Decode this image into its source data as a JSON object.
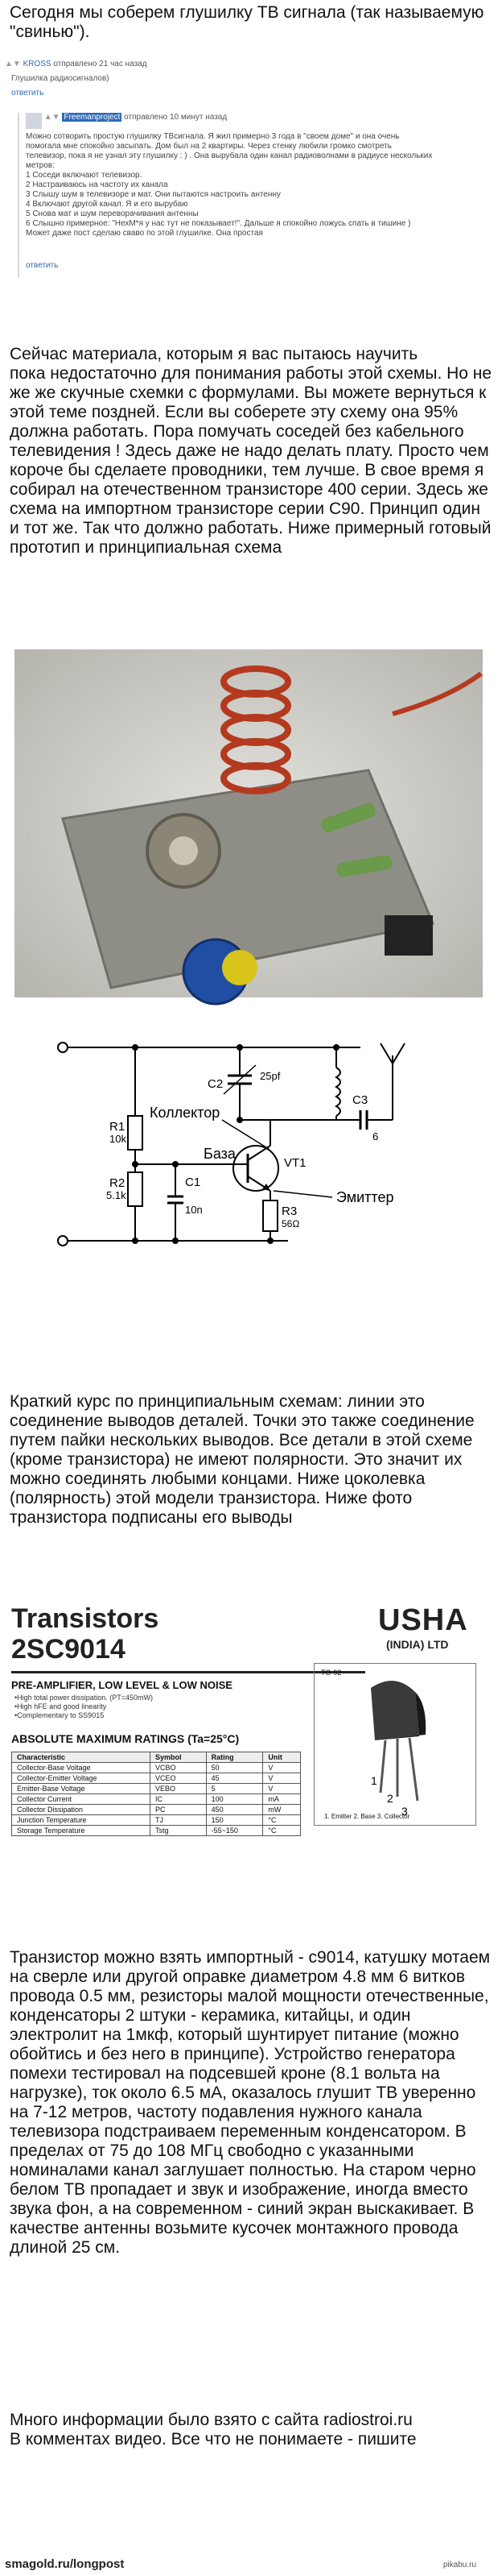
{
  "intro": {
    "text": "Сегодня мы соберем глушилку ТВ сигнала (так называемую \"свинью\")."
  },
  "comment_thread": {
    "first": {
      "username": "KROSS",
      "meta": "отправлено 21 час назад",
      "text": "Глушилка радиосигналов)",
      "reply": "ответить"
    },
    "second": {
      "username": "Freemanproject",
      "meta": "отправлено 10 минут назад",
      "lines": [
        "Можно сотворить простую глушилку ТВсигнала. Я жил примерно 3 года в \"своем доме\" и она очень",
        "помогала мне спокойно засыпать. Дом был на 2 квартиры. Через стенку любили громко смотреть",
        "телевизор, пока я не узнал эту глушилку : ) . Она вырубала один канал радиоволнами в радиусе нескольких",
        "метров:",
        "1 Соседи включают телевизор.",
        "2 Настраиваюсь на частоту их канала",
        "3 Слышу шум в телевизоре и мат. Они пытаются настроить антенну",
        "4 Включают другой канал. Я и его вырубаю",
        "5 Снова мат и шум переворачивания антенны",
        "6 Слышно примерное: \"НехМ*я у нас тут не показывает!\". Дальше я спокойно ложусь спать в тишине )",
        "Может даже пост сделаю сваво по этой глушилке. Она простая"
      ],
      "reply": "ответить"
    }
  },
  "paragraph_1": [
    "Сейчас материала, которым я вас пытаюсь научить",
    "пока недостаточно для понимания работы этой схемы. Но не же же скучные схемки с формулами. Вы можете вернуться к этой теме поздней. Если вы соберете эту схему она 95% должна работать. Пора помучать соседей без кабельного телевидения !  Здесь даже не надо делать плату. Просто чем короче бы сделаете проводники, тем лучше. В свое время я собирал на отечественном транзисторе 400 серии. Здесь же схема на импортном транзисторе серии С90. Принцип один и тот же. Так что должно работать. Ниже примерный готовый прототип и принципиальная схема"
  ],
  "schematic": {
    "labels": {
      "c2": "C2",
      "c2_value": "25pf",
      "collector": "Коллектор",
      "base": "База",
      "emitter": "Эмиттер",
      "r1": "R1",
      "r1_value": "10k",
      "r2": "R2",
      "r2_value": "5.1k",
      "c1": "C1",
      "c1_value": "10n",
      "vt1": "VT1",
      "c3": "C3",
      "c3_value": "6",
      "r3": "R3",
      "r3_value": "56Ω"
    }
  },
  "paragraph_2": " Краткий курс по принципиальным схемам: линии это соединение выводов деталей. Точки это также соединение путем пайки нескольких выводов. Все детали в этой схеме (кроме транзистора) не имеют полярности. Это значит их можно соединять любыми концами. Ниже цоколевка (полярность) этой модели транзистора. Ниже фото транзистора подписаны его выводы",
  "datasheet": {
    "title": "Transistors",
    "part": "2SC9014",
    "brand": "USHA",
    "brand_sub": "(INDIA) LTD",
    "subtitle": "PRE-AMPLIFIER, LOW LEVEL & LOW NOISE",
    "bullets": [
      "•High total power dissipation. (PT=450mW)",
      "•High hFE and good linearity",
      "•Complementary to SS9015"
    ],
    "ratings_title": "ABSOLUTE MAXIMUM RATINGS (Ta=25°C)",
    "headers": [
      "Characteristic",
      "Symbol",
      "Rating",
      "Unit"
    ],
    "rows": [
      [
        "Collector-Base Voltage",
        "VCBO",
        "50",
        "V"
      ],
      [
        "Collector-Emitter Voltage",
        "VCEO",
        "45",
        "V"
      ],
      [
        "Emitter-Base Voltage",
        "VEBO",
        "5",
        "V"
      ],
      [
        "Collector Current",
        "IC",
        "100",
        "mA"
      ],
      [
        "Collector Dissipation",
        "PC",
        "450",
        "mW"
      ],
      [
        "Junction Temperature",
        "TJ",
        "150",
        "°C"
      ],
      [
        "Storage Temperature",
        "Tstg",
        "-55~150",
        "°C"
      ]
    ],
    "package": "TO-92",
    "pins": [
      "1",
      "2",
      "3"
    ],
    "pin_legend": "1. Emitter 2. Base 3. Collector"
  },
  "paragraph_3": "Транзистор можно взять импортный - с9014, катушку мотаем на сверле или другой оправке диаметром 4.8 мм 6 витков провода 0.5 мм, резисторы малой мощности отечественные, конденсаторы 2 штуки - керамика, китайцы, и один электролит на 1мкф, который шунтирует питание (можно обойтись и без него в принципе). Устройство генератора помехи тестировал на подсевшей кроне (8.1 вольта на нагрузке), ток около 6.5 мА, оказалось глушит ТВ уверенно на 7-12 метров, частоту подавления нужного канала телевизора подстраиваем переменным конденсатором. В пределах от 75 до 108 МГц свободно с указанными номиналами канал заглушает полностью. На старом черно белом ТВ пропадает и звук и изображение, иногда вместо звука фон, а на современном - синий экран выскакивает.  В качестве антенны возьмите кусочек монтажного провода длиной 25 см.",
  "paragraph_4": [
    "Много информации было взято с сайта radiostroi.ru",
    "В комментах видео. Все что не понимаете - пишите"
  ],
  "footer": {
    "left": "smagold.ru/longpost",
    "right": "pikabu.ru"
  }
}
